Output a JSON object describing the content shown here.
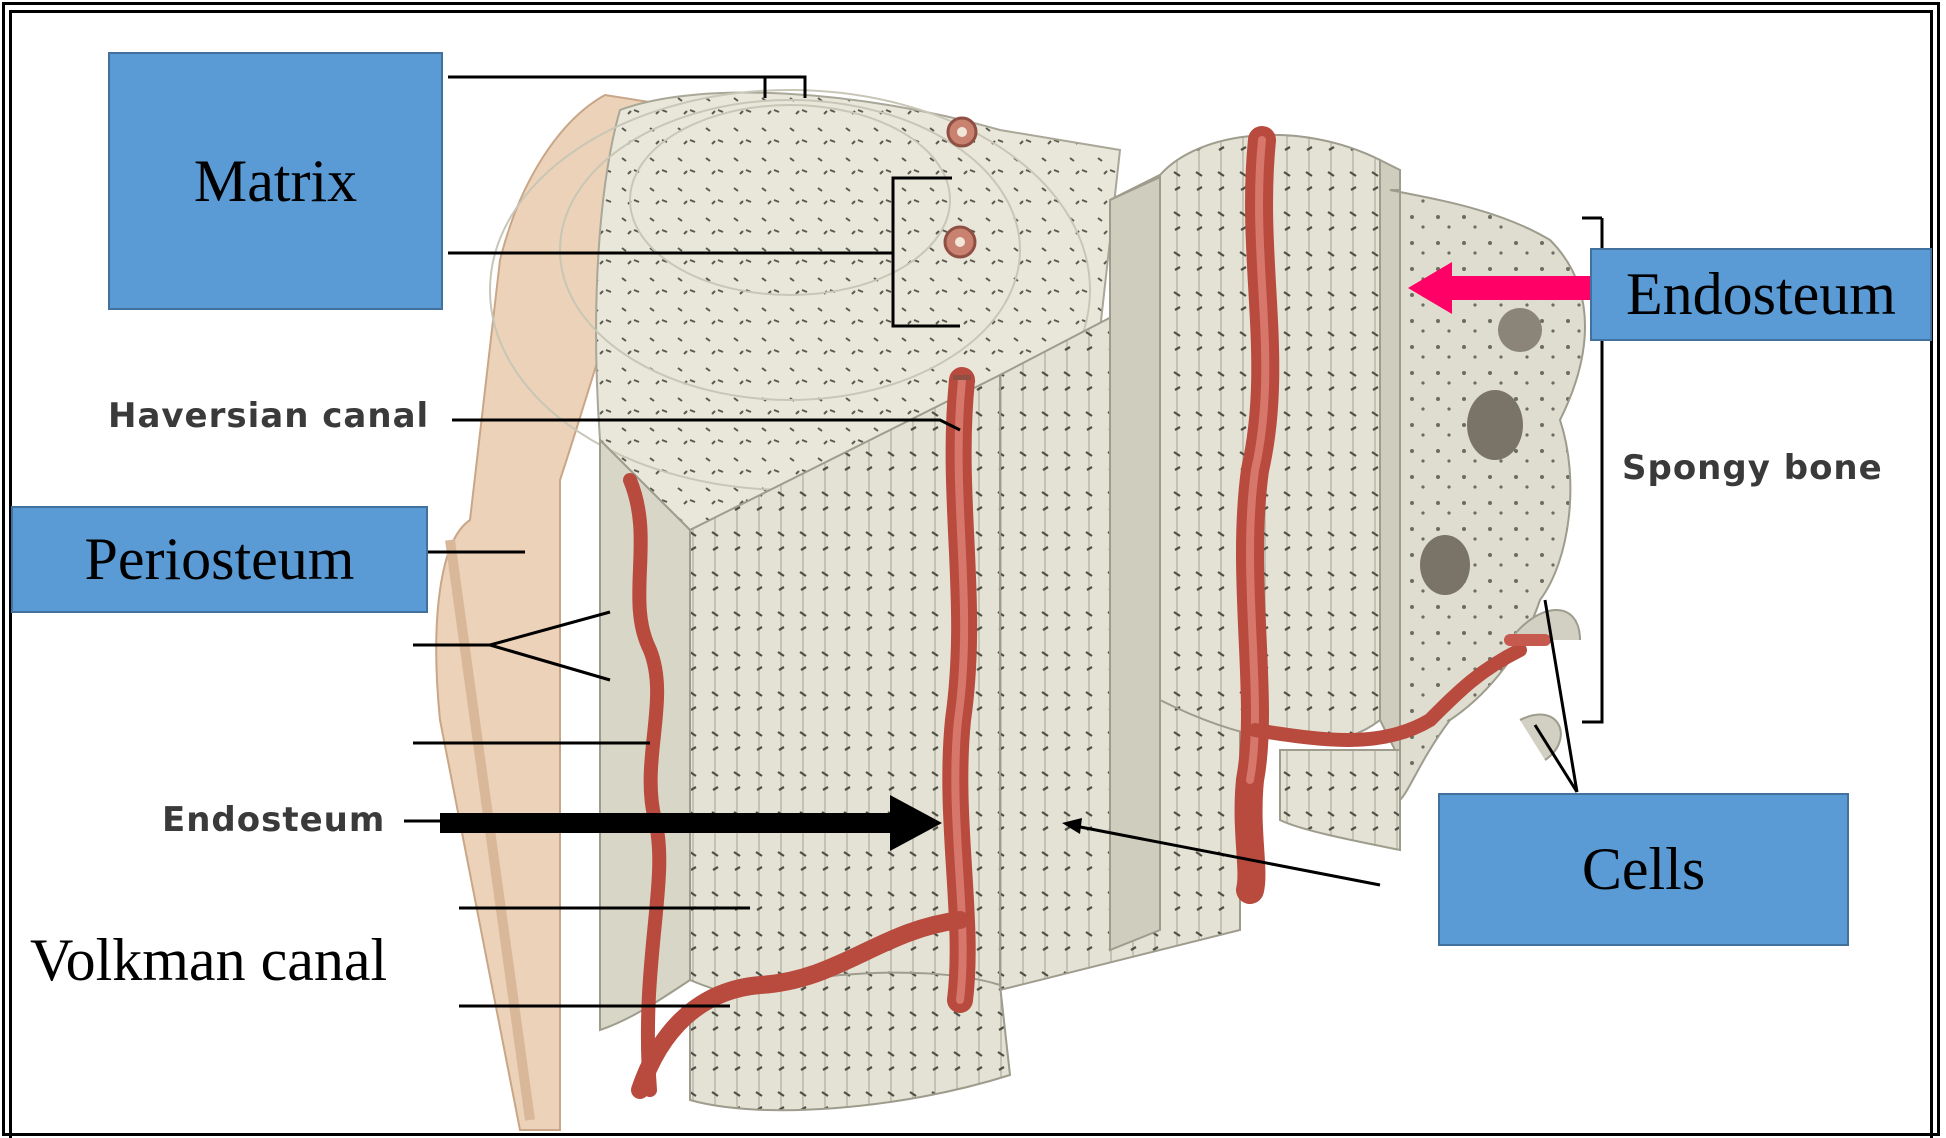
{
  "labels": {
    "matrix": "Matrix",
    "endosteum_box": "Endosteum",
    "periosteum": "Periosteum",
    "cells": "Cells",
    "volkman_canal": "Volkman canal",
    "haversian_canal": "Haversian canal",
    "spongy_bone": "Spongy bone",
    "endosteum_image": "Endosteum"
  },
  "colors": {
    "label_box_fill": "#5b9bd5",
    "label_box_border": "#41719c",
    "bone": "#e9e7da",
    "vessel": "#b84a3e",
    "periosteum": "#e9c7a8",
    "endosteum_arrow": "#ff0066",
    "endosteum_image_arrow": "#000000"
  }
}
